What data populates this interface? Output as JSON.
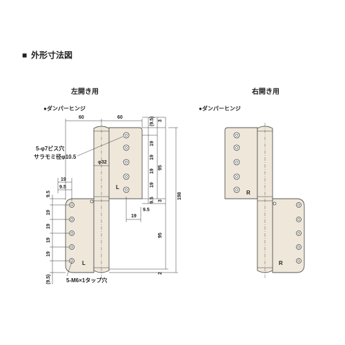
{
  "heading": {
    "square": "■",
    "text": "外形寸法図"
  },
  "left": {
    "title": "左開き用",
    "subtitle": "●ダンパーヒンジ",
    "side_mark_upper": "L",
    "side_mark_lower": "L",
    "notes": {
      "screw_hole": "5-φ7ビス穴",
      "countersink": "サラモミ径φ10.5",
      "tap_hole": "5-M6×1タップ穴"
    },
    "dims": {
      "w60a": "60",
      "w60b": "60",
      "d32": "φ32",
      "t95": "(9.5)",
      "t3": "3",
      "r19a": "19",
      "r19b": "19",
      "r19c": "19",
      "r19d": "19",
      "r95": "95",
      "r95b": "9.5",
      "r3b": "3",
      "r9_5c": "9.5",
      "b19": "19",
      "total": "198",
      "lv95": "9.5",
      "l19a": "19",
      "l19b": "19",
      "l19c": "19",
      "l19d": "19",
      "h19": "19",
      "h95": "9.5",
      "lower95": "95",
      "b2": "2",
      "b95": "(9.5)"
    }
  },
  "right": {
    "title": "右開き用",
    "subtitle": "●ダンパーヒンジ",
    "side_mark_upper": "R",
    "side_mark_lower": "R"
  },
  "colors": {
    "plate": "#efe7da",
    "outline": "#555555"
  }
}
